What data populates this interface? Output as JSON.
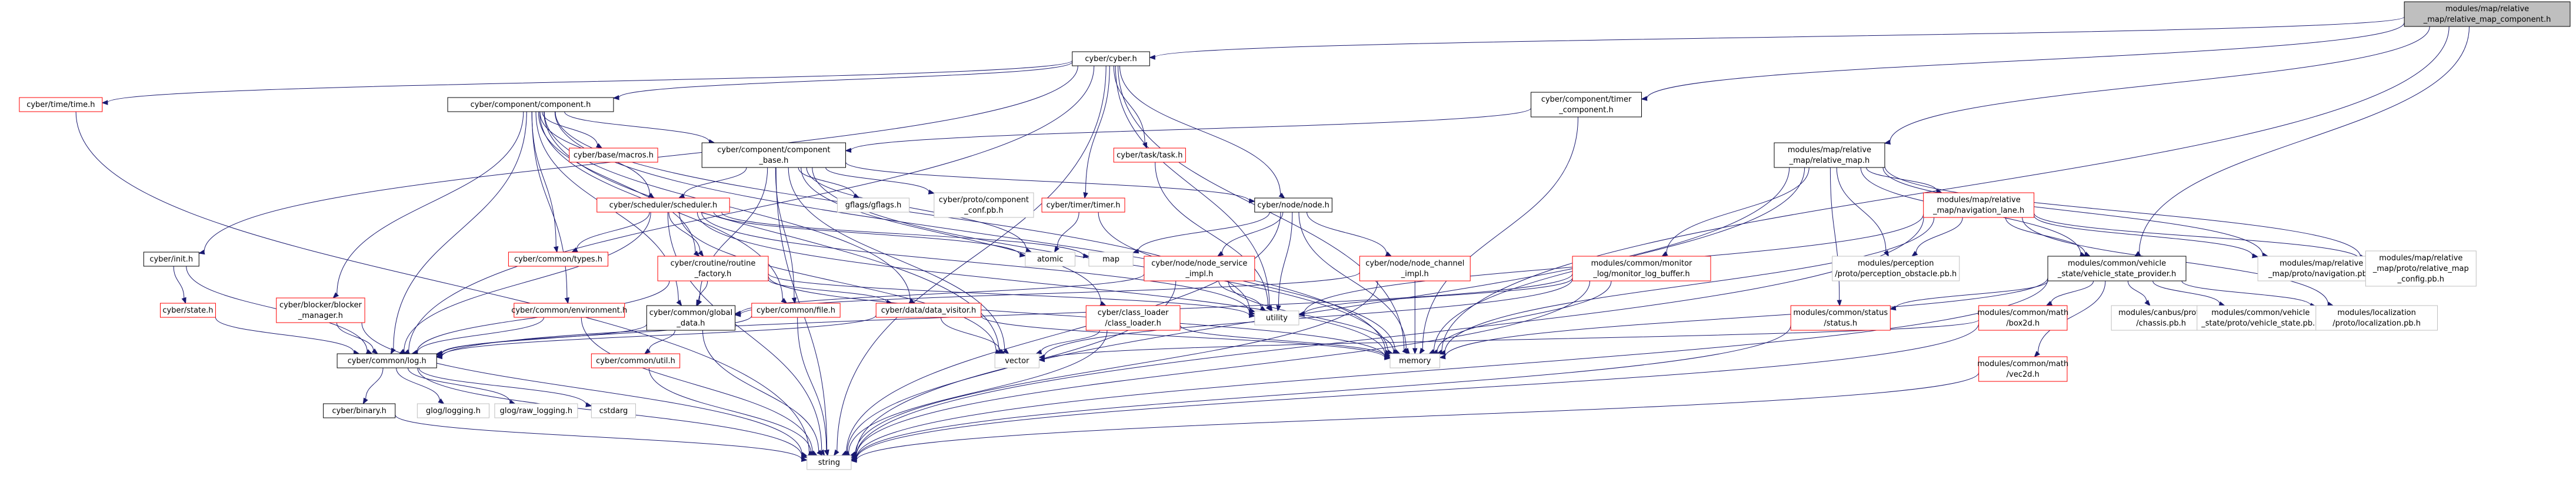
{
  "graph": {
    "title": "",
    "colors": {
      "edge": "#191970",
      "node_border": "#000000",
      "missing_border": "#ff0000",
      "focus_fill": "#bfbfbf",
      "external_border": "#bfbfbf",
      "text": "#000000"
    },
    "nodes": [
      {
        "id": "root",
        "label": "modules/map/relative\n_map/relative_map_component.h",
        "style": "focus"
      },
      {
        "id": "cyber_h",
        "label": "cyber/cyber.h",
        "style": "normal"
      },
      {
        "id": "timer_component",
        "label": "cyber/component/timer\n_component.h",
        "style": "normal"
      },
      {
        "id": "relative_map",
        "label": "modules/map/relative\n_map/relative_map.h",
        "style": "normal"
      },
      {
        "id": "time_h",
        "label": "cyber/time/time.h",
        "style": "missing"
      },
      {
        "id": "component_h",
        "label": "cyber/component/component.h",
        "style": "normal"
      },
      {
        "id": "init_h",
        "label": "cyber/init.h",
        "style": "normal"
      },
      {
        "id": "task_h",
        "label": "cyber/task/task.h",
        "style": "missing"
      },
      {
        "id": "timer_h",
        "label": "cyber/timer/timer.h",
        "style": "missing"
      },
      {
        "id": "node_h",
        "label": "cyber/node/node.h",
        "style": "normal"
      },
      {
        "id": "base_macros",
        "label": "cyber/base/macros.h",
        "style": "missing"
      },
      {
        "id": "component_base",
        "label": "cyber/component/component\n_base.h",
        "style": "normal"
      },
      {
        "id": "scheduler",
        "label": "cyber/scheduler/scheduler.h",
        "style": "missing"
      },
      {
        "id": "gflags",
        "label": "gflags/gflags.h",
        "style": "external"
      },
      {
        "id": "proto_component_conf",
        "label": "cyber/proto/component\n_conf.pb.h",
        "style": "external"
      },
      {
        "id": "common_types",
        "label": "cyber/common/types.h",
        "style": "missing"
      },
      {
        "id": "routine_factory",
        "label": "cyber/croutine/routine\n_factory.h",
        "style": "missing"
      },
      {
        "id": "atomic",
        "label": "atomic",
        "style": "external"
      },
      {
        "id": "map",
        "label": "map",
        "style": "external"
      },
      {
        "id": "node_service_impl",
        "label": "cyber/node/node_service\n_impl.h",
        "style": "missing"
      },
      {
        "id": "node_channel_impl",
        "label": "cyber/node/node_channel\n_impl.h",
        "style": "missing"
      },
      {
        "id": "monitor_log_buffer",
        "label": "modules/common/monitor\n_log/monitor_log_buffer.h",
        "style": "missing"
      },
      {
        "id": "navigation_lane",
        "label": "modules/map/relative\n_map/navigation_lane.h",
        "style": "missing"
      },
      {
        "id": "perception_obstacle",
        "label": "modules/perception\n/proto/perception_obstacle.pb.h",
        "style": "external"
      },
      {
        "id": "vehicle_state_provider",
        "label": "modules/common/vehicle\n_state/vehicle_state_provider.h",
        "style": "normal"
      },
      {
        "id": "navigation_pb",
        "label": "modules/map/relative\n_map/proto/navigation.pb.h",
        "style": "external"
      },
      {
        "id": "relative_map_config_pb",
        "label": "modules/map/relative\n_map/proto/relative_map\n_config.pb.h",
        "style": "external"
      },
      {
        "id": "state_h",
        "label": "cyber/state.h",
        "style": "missing"
      },
      {
        "id": "blocker_manager",
        "label": "cyber/blocker/blocker\n_manager.h",
        "style": "missing"
      },
      {
        "id": "common_environment",
        "label": "cyber/common/environment.h",
        "style": "missing"
      },
      {
        "id": "common_global_data",
        "label": "cyber/common/global\n_data.h",
        "style": "normal"
      },
      {
        "id": "common_file",
        "label": "cyber/common/file.h",
        "style": "missing"
      },
      {
        "id": "data_visitor",
        "label": "cyber/data/data_visitor.h",
        "style": "missing"
      },
      {
        "id": "class_loader",
        "label": "cyber/class_loader\n/class_loader.h",
        "style": "missing"
      },
      {
        "id": "utility",
        "label": "utility",
        "style": "external"
      },
      {
        "id": "status_h",
        "label": "modules/common/status\n/status.h",
        "style": "missing"
      },
      {
        "id": "box2d",
        "label": "modules/common/math\n/box2d.h",
        "style": "missing"
      },
      {
        "id": "chassis_pb",
        "label": "modules/canbus/proto\n/chassis.pb.h",
        "style": "external"
      },
      {
        "id": "vehicle_state_pb",
        "label": "modules/common/vehicle\n_state/proto/vehicle_state.pb.h",
        "style": "external"
      },
      {
        "id": "localization_pb",
        "label": "modules/localization\n/proto/localization.pb.h",
        "style": "external"
      },
      {
        "id": "common_log",
        "label": "cyber/common/log.h",
        "style": "normal"
      },
      {
        "id": "common_util",
        "label": "cyber/common/util.h",
        "style": "missing"
      },
      {
        "id": "vector",
        "label": "vector",
        "style": "external"
      },
      {
        "id": "memory",
        "label": "memory",
        "style": "external"
      },
      {
        "id": "vec2d",
        "label": "modules/common/math\n/vec2d.h",
        "style": "missing"
      },
      {
        "id": "binary_h",
        "label": "cyber/binary.h",
        "style": "normal"
      },
      {
        "id": "glog_logging",
        "label": "glog/logging.h",
        "style": "external"
      },
      {
        "id": "glog_raw_logging",
        "label": "glog/raw_logging.h",
        "style": "external"
      },
      {
        "id": "cstdarg",
        "label": "cstdarg",
        "style": "external"
      },
      {
        "id": "string",
        "label": "string",
        "style": "external"
      }
    ],
    "edges": [
      [
        "root",
        "cyber_h"
      ],
      [
        "root",
        "timer_component"
      ],
      [
        "root",
        "relative_map"
      ],
      [
        "root",
        "vehicle_state_provider"
      ],
      [
        "root",
        "memory"
      ],
      [
        "cyber_h",
        "time_h"
      ],
      [
        "cyber_h",
        "component_h"
      ],
      [
        "cyber_h",
        "init_h"
      ],
      [
        "cyber_h",
        "task_h"
      ],
      [
        "cyber_h",
        "timer_h"
      ],
      [
        "cyber_h",
        "node_h"
      ],
      [
        "cyber_h",
        "common_log"
      ],
      [
        "cyber_h",
        "utility"
      ],
      [
        "cyber_h",
        "memory"
      ],
      [
        "cyber_h",
        "string"
      ],
      [
        "timer_component",
        "component_base"
      ],
      [
        "timer_component",
        "memory"
      ],
      [
        "relative_map",
        "navigation_lane"
      ],
      [
        "relative_map",
        "vehicle_state_provider"
      ],
      [
        "relative_map",
        "monitor_log_buffer"
      ],
      [
        "relative_map",
        "perception_obstacle"
      ],
      [
        "relative_map",
        "navigation_pb"
      ],
      [
        "relative_map",
        "relative_map_config_pb"
      ],
      [
        "relative_map",
        "status_h"
      ],
      [
        "relative_map",
        "memory"
      ],
      [
        "relative_map",
        "string"
      ],
      [
        "time_h",
        "string"
      ],
      [
        "component_h",
        "base_macros"
      ],
      [
        "component_h",
        "component_base"
      ],
      [
        "component_h",
        "scheduler"
      ],
      [
        "component_h",
        "common_types"
      ],
      [
        "component_h",
        "routine_factory"
      ],
      [
        "component_h",
        "blocker_manager"
      ],
      [
        "component_h",
        "common_environment"
      ],
      [
        "component_h",
        "common_global_data"
      ],
      [
        "component_h",
        "common_file"
      ],
      [
        "component_h",
        "data_visitor"
      ],
      [
        "component_h",
        "common_log"
      ],
      [
        "component_h",
        "utility"
      ],
      [
        "component_h",
        "vector"
      ],
      [
        "component_h",
        "memory"
      ],
      [
        "init_h",
        "state_h"
      ],
      [
        "init_h",
        "common_log"
      ],
      [
        "task_h",
        "utility"
      ],
      [
        "timer_h",
        "atomic"
      ],
      [
        "timer_h",
        "memory"
      ],
      [
        "node_h",
        "map"
      ],
      [
        "node_h",
        "node_service_impl"
      ],
      [
        "node_h",
        "node_channel_impl"
      ],
      [
        "node_h",
        "utility"
      ],
      [
        "node_h",
        "memory"
      ],
      [
        "node_h",
        "string"
      ],
      [
        "component_base",
        "gflags"
      ],
      [
        "component_base",
        "proto_component_conf"
      ],
      [
        "component_base",
        "scheduler"
      ],
      [
        "component_base",
        "node_h"
      ],
      [
        "component_base",
        "common_file"
      ],
      [
        "component_base",
        "class_loader"
      ],
      [
        "component_base",
        "atomic"
      ],
      [
        "component_base",
        "vector"
      ],
      [
        "component_base",
        "memory"
      ],
      [
        "component_base",
        "common_global_data"
      ],
      [
        "component_base",
        "string"
      ],
      [
        "scheduler",
        "common_types"
      ],
      [
        "scheduler",
        "routine_factory"
      ],
      [
        "scheduler",
        "common_log"
      ],
      [
        "scheduler",
        "atomic"
      ],
      [
        "scheduler",
        "map"
      ],
      [
        "scheduler",
        "vector"
      ],
      [
        "scheduler",
        "memory"
      ],
      [
        "scheduler",
        "string"
      ],
      [
        "scheduler",
        "utility"
      ],
      [
        "routine_factory",
        "common_global_data"
      ],
      [
        "routine_factory",
        "data_visitor"
      ],
      [
        "routine_factory",
        "common_log"
      ],
      [
        "routine_factory",
        "memory"
      ],
      [
        "routine_factory",
        "utility"
      ],
      [
        "node_service_impl",
        "common_global_data"
      ],
      [
        "node_service_impl",
        "utility"
      ],
      [
        "node_service_impl",
        "memory"
      ],
      [
        "node_service_impl",
        "string"
      ],
      [
        "node_channel_impl",
        "common_global_data"
      ],
      [
        "node_channel_impl",
        "memory"
      ],
      [
        "node_channel_impl",
        "string"
      ],
      [
        "monitor_log_buffer",
        "common_log"
      ],
      [
        "monitor_log_buffer",
        "utility"
      ],
      [
        "monitor_log_buffer",
        "vector"
      ],
      [
        "monitor_log_buffer",
        "memory"
      ],
      [
        "monitor_log_buffer",
        "string"
      ],
      [
        "navigation_lane",
        "perception_obstacle"
      ],
      [
        "navigation_lane",
        "vehicle_state_provider"
      ],
      [
        "navigation_lane",
        "navigation_pb"
      ],
      [
        "navigation_lane",
        "relative_map_config_pb"
      ],
      [
        "navigation_lane",
        "localization_pb"
      ],
      [
        "navigation_lane",
        "utility"
      ],
      [
        "navigation_lane",
        "memory"
      ],
      [
        "navigation_lane",
        "string"
      ],
      [
        "vehicle_state_provider",
        "status_h"
      ],
      [
        "vehicle_state_provider",
        "box2d"
      ],
      [
        "vehicle_state_provider",
        "vec2d"
      ],
      [
        "vehicle_state_provider",
        "chassis_pb"
      ],
      [
        "vehicle_state_provider",
        "vehicle_state_pb"
      ],
      [
        "vehicle_state_provider",
        "localization_pb"
      ],
      [
        "vehicle_state_provider",
        "memory"
      ],
      [
        "vehicle_state_provider",
        "string"
      ],
      [
        "state_h",
        "common_log"
      ],
      [
        "blocker_manager",
        "common_log"
      ],
      [
        "blocker_manager",
        "string"
      ],
      [
        "common_environment",
        "common_log"
      ],
      [
        "common_environment",
        "string"
      ],
      [
        "common_global_data",
        "common_log"
      ],
      [
        "common_global_data",
        "common_util"
      ],
      [
        "common_global_data",
        "string"
      ],
      [
        "common_file",
        "common_log"
      ],
      [
        "common_file",
        "string"
      ],
      [
        "data_visitor",
        "common_log"
      ],
      [
        "data_visitor",
        "vector"
      ],
      [
        "data_visitor",
        "memory"
      ],
      [
        "class_loader",
        "vector"
      ],
      [
        "class_loader",
        "memory"
      ],
      [
        "class_loader",
        "string"
      ],
      [
        "status_h",
        "string"
      ],
      [
        "box2d",
        "vector"
      ],
      [
        "box2d",
        "string"
      ],
      [
        "vec2d",
        "string"
      ],
      [
        "common_log",
        "binary_h"
      ],
      [
        "common_log",
        "glog_logging"
      ],
      [
        "common_log",
        "glog_raw_logging"
      ],
      [
        "common_log",
        "cstdarg"
      ],
      [
        "common_log",
        "string"
      ],
      [
        "common_util",
        "string"
      ],
      [
        "binary_h",
        "string"
      ]
    ]
  }
}
